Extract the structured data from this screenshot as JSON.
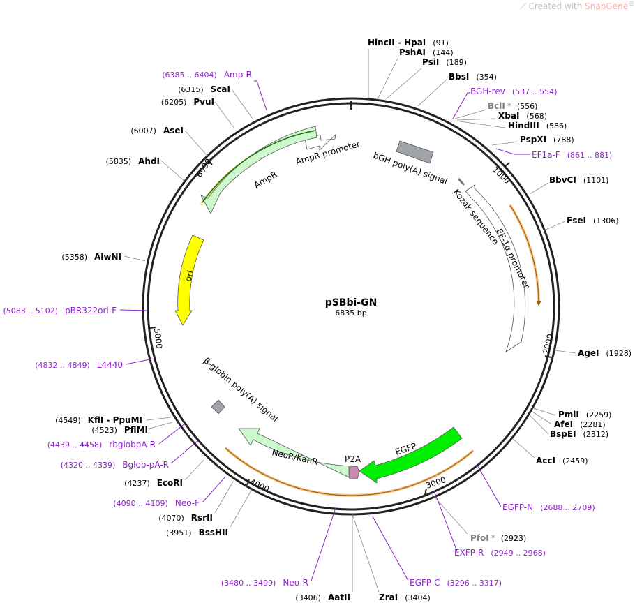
{
  "brand": {
    "prefix": "Created with ",
    "name": "SnapGene",
    "mark": "®"
  },
  "plasmid": {
    "name": "pSBbi-GN",
    "size": "6835 bp"
  },
  "enzymes": [
    {
      "name": "HincII - HpaI",
      "pos": "(91)"
    },
    {
      "name": "PshAI",
      "pos": "(144)"
    },
    {
      "name": "PsiI",
      "pos": "(189)"
    },
    {
      "name": "BbsI",
      "pos": "(354)"
    },
    {
      "name": "BclI",
      "pos": "(556)",
      "star": "*"
    },
    {
      "name": "XbaI",
      "pos": "(568)"
    },
    {
      "name": "HindIII",
      "pos": "(586)"
    },
    {
      "name": "PspXI",
      "pos": "(788)"
    },
    {
      "name": "BbvCI",
      "pos": "(1101)"
    },
    {
      "name": "FseI",
      "pos": "(1306)"
    },
    {
      "name": "AgeI",
      "pos": "(1928)"
    },
    {
      "name": "PmlI",
      "pos": "(2259)"
    },
    {
      "name": "AfeI",
      "pos": "(2281)"
    },
    {
      "name": "BspEI",
      "pos": "(2312)"
    },
    {
      "name": "AccI",
      "pos": "(2459)"
    },
    {
      "name": "PfoI",
      "pos": "(2923)",
      "star": "*"
    },
    {
      "name": "ZraI",
      "pos": "(3404)"
    },
    {
      "name": "AatII",
      "pos": "(3406)"
    },
    {
      "name": "BssHII",
      "pos": "(3951)"
    },
    {
      "name": "RsrII",
      "pos": "(4070)"
    },
    {
      "name": "EcoRI",
      "pos": "(4237)"
    },
    {
      "name": "PflMI",
      "pos": "(4523)"
    },
    {
      "name": "KflI - PpuMI",
      "pos": "(4549)"
    },
    {
      "name": "AlwNI",
      "pos": "(5358)"
    },
    {
      "name": "AhdI",
      "pos": "(5835)"
    },
    {
      "name": "AseI",
      "pos": "(6007)"
    },
    {
      "name": "PvuI",
      "pos": "(6205)"
    },
    {
      "name": "ScaI",
      "pos": "(6315)"
    }
  ],
  "primers": [
    {
      "name": "BGH-rev",
      "range": "(537 .. 554)"
    },
    {
      "name": "EF1a-F",
      "range": "(861 .. 881)"
    },
    {
      "name": "EGFP-N",
      "range": "(2688 .. 2709)"
    },
    {
      "name": "EXFP-R",
      "range": "(2949 .. 2968)"
    },
    {
      "name": "EGFP-C",
      "range": "(3296 .. 3317)"
    },
    {
      "name": "Neo-R",
      "range": "(3480 .. 3499)"
    },
    {
      "name": "Neo-F",
      "range": "(4090 .. 4109)"
    },
    {
      "name": "Bglob-pA-R",
      "range": "(4320 .. 4339)"
    },
    {
      "name": "rbglobpA-R",
      "range": "(4439 .. 4458)"
    },
    {
      "name": "L4440",
      "range": "(4832 .. 4849)"
    },
    {
      "name": "pBR322ori-F",
      "range": "(5083 .. 5102)"
    },
    {
      "name": "Amp-R",
      "range": "(6385 .. 6404)"
    }
  ],
  "features": [
    {
      "name": "bGH poly(A) signal"
    },
    {
      "name": "Kozak sequence"
    },
    {
      "name": "EF-1α promoter"
    },
    {
      "name": "EGFP"
    },
    {
      "name": "P2A"
    },
    {
      "name": "NeoR/KanR"
    },
    {
      "name": "β-globin poly(A) signal"
    },
    {
      "name": "ori"
    },
    {
      "name": "AmpR"
    },
    {
      "name": "AmpR promoter"
    }
  ],
  "ticks": [
    "1000",
    "2000",
    "3000",
    "4000",
    "5000",
    "6000"
  ],
  "colors": {
    "backbone": "#222222",
    "primer": "#8e24c8",
    "orf_highlight": "#f5b041",
    "egfp": "#00ee00",
    "ori": "#ffff00",
    "resistance": "#cdf7cd",
    "polyA": "#a0a4aa",
    "p2a": "#c98ab0"
  }
}
